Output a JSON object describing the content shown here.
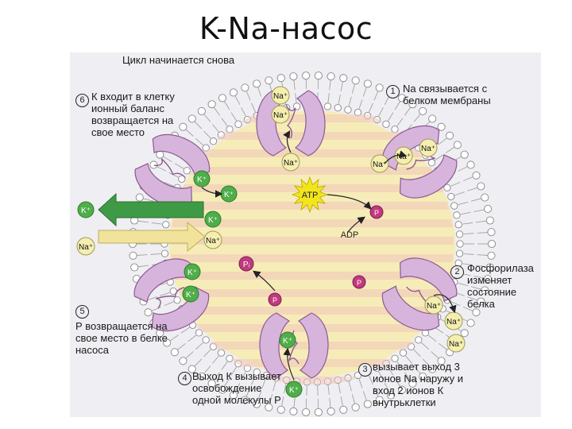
{
  "title": "K-Na-насос",
  "steps": [
    {
      "num": "1",
      "text": "Na связывается с\nбелком мембраны"
    },
    {
      "num": "2",
      "text": "Фосфорилаза\nизменяет\nсостояние\nбелка"
    },
    {
      "num": "3",
      "text": "вызывает выход 3\nионов Na наружу и\nвход 2 ионов К\nвнутрьклетки"
    },
    {
      "num": "4",
      "text": "Выход К вызывает\nосвобождение\nодной молекулы Р"
    },
    {
      "num": "5",
      "text": "Р возвращается на\nсвое место в белке\nнасоса"
    },
    {
      "num": "6",
      "text": "К входит в клетку\nионный баланс\nвозвращается на\nсвое место"
    }
  ],
  "cycle_caption": "Цикл начинается снова",
  "labels": {
    "na": "Na⁺",
    "k": "K⁺",
    "p": "P",
    "pi": "Pᵢ",
    "atp": "ATP",
    "adp": "ADP"
  },
  "colors": {
    "cell": "#f6ecb8",
    "stripe": "#f0c6ba",
    "protein": "#d7b4dc",
    "protein_edge": "#8b5a8f",
    "potassium": "#4fae4a",
    "sodium": "#f4efb0",
    "phosphate": "#c03a7e",
    "atp": "#f2e51f",
    "arrow_k": "#3f9a45",
    "arrow_na": "#f1e39c"
  }
}
